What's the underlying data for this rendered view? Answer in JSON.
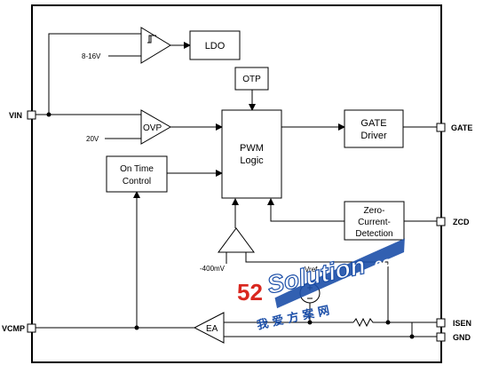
{
  "pins": {
    "vin": "VIN",
    "gate": "GATE",
    "zcd": "ZCD",
    "isen": "ISEN",
    "vcmp": "VCMP",
    "gnd": "GND"
  },
  "blocks": {
    "ldo": "LDO",
    "otp": "OTP",
    "pwm_line1": "PWM",
    "pwm_line2": "Logic",
    "gate_line1": "GATE",
    "gate_line2": "Driver",
    "ontime_line1": "On Time",
    "ontime_line2": "Control",
    "zcd_line1": "Zero-",
    "zcd_line2": "Current-",
    "zcd_line3": "Detection",
    "ovp": "OVP",
    "ea": "EA"
  },
  "labels": {
    "uvlo_ref": "8-16V",
    "ovp_ref": "20V",
    "neg_ref": "-400mV",
    "vref": "Vref"
  },
  "watermark": {
    "number": "52",
    "word": "Solution",
    "domain": ".com",
    "chinese": "我 爱 方 案 网"
  },
  "colors": {
    "line": "#000000",
    "watermark_red": "#d9271f",
    "watermark_blue": "#1c4fa8"
  }
}
